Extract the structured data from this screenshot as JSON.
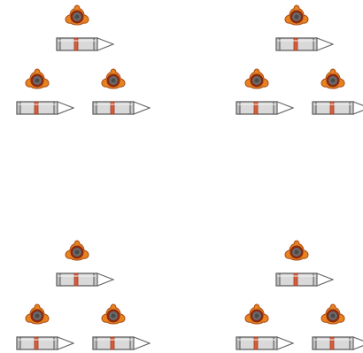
{
  "canvas": {
    "background": "#ffffff"
  },
  "icons": {
    "badge": "orange-trefoil-badge-icon",
    "pen": "gray-pencil-with-red-band-icon"
  },
  "colors": {
    "badge_outer": "#e8821e",
    "badge_inner": "#8a2a12",
    "badge_center": "#5a5a5a",
    "pen_body": "#d9d9d9",
    "pen_outline": "#555555",
    "pen_band": "#d85c3a",
    "pen_tip": "#ffffff"
  },
  "clusters": [
    {
      "name": "top-left"
    },
    {
      "name": "top-right"
    },
    {
      "name": "bottom-left"
    },
    {
      "name": "bottom-right"
    }
  ]
}
